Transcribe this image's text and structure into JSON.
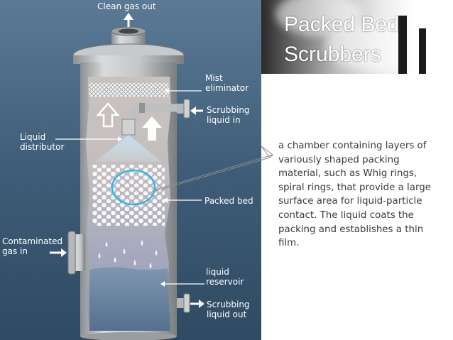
{
  "diagram": {
    "labels": {
      "clean_gas_out": "Clean gas out",
      "mist_eliminator": "Mist\neliminator",
      "scrubbing_liquid_in": "Scrubbing\nliquid in",
      "liquid_distributor": "Liquid\ndistributor",
      "packed_bed": "Packed bed",
      "contaminated_gas_in": "Contaminated\ngas in",
      "liquid_reservoir": "liquid\nreservoir",
      "scrubbing_liquid_out": "Scrubbing\nliquid out"
    },
    "colors": {
      "background": "#3f5d78",
      "vessel": "#b9bcbd",
      "bed_highlight": "#35b8e8"
    }
  },
  "slide": {
    "title": "Packed Bed Scrubbers",
    "description": "a chamber containing layers of variously shaped packing material, such as Whig rings, spiral rings, that provide a large surface area for liquid-particle contact. The liquid coats the packing  and establishes a thin film."
  }
}
